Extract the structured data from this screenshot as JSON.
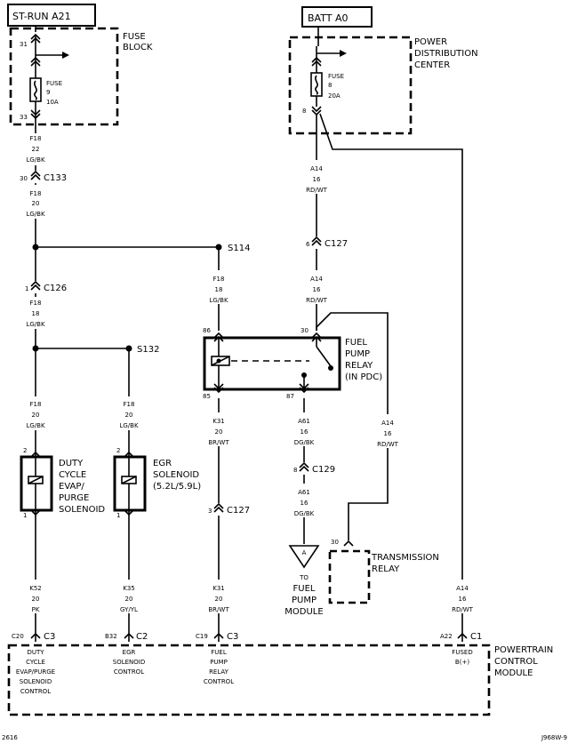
{
  "power_sources": {
    "st_run": "ST-RUN A21",
    "batt": "BATT A0"
  },
  "fuse_block": {
    "title_line1": "FUSE",
    "title_line2": "BLOCK",
    "pin_in": "31",
    "pin_out": "33",
    "fuse_label": "FUSE",
    "fuse_number": "9",
    "fuse_rating": "10A"
  },
  "pdc": {
    "title_line1": "POWER",
    "title_line2": "DISTRIBUTION",
    "title_line3": "CENTER",
    "fuse_label": "FUSE",
    "fuse_number": "8",
    "fuse_rating": "20A",
    "pin": "8"
  },
  "wires": {
    "f18_22": {
      "circuit": "F18",
      "gauge": "22",
      "color": "LG/BK"
    },
    "f18_20_top": {
      "circuit": "F18",
      "gauge": "20",
      "color": "LG/BK"
    },
    "f18_18_left": {
      "circuit": "F18",
      "gauge": "18",
      "color": "LG/BK"
    },
    "f18_18_mid": {
      "circuit": "F18",
      "gauge": "18",
      "color": "LG/BK"
    },
    "f18_20_duty": {
      "circuit": "F18",
      "gauge": "20",
      "color": "LG/BK"
    },
    "f18_20_egr": {
      "circuit": "F18",
      "gauge": "20",
      "color": "LG/BK"
    },
    "a14_top": {
      "circuit": "A14",
      "gauge": "16",
      "color": "RD/WT"
    },
    "a14_mid": {
      "circuit": "A14",
      "gauge": "16",
      "color": "RD/WT"
    },
    "a14_right": {
      "circuit": "A14",
      "gauge": "16",
      "color": "RD/WT"
    },
    "a14_bottom": {
      "circuit": "A14",
      "gauge": "16",
      "color": "RD/WT"
    },
    "k31_top": {
      "circuit": "K31",
      "gauge": "20",
      "color": "BR/WT"
    },
    "k31_bottom": {
      "circuit": "K31",
      "gauge": "20",
      "color": "BR/WT"
    },
    "a61_top": {
      "circuit": "A61",
      "gauge": "16",
      "color": "DG/BK"
    },
    "a61_bottom": {
      "circuit": "A61",
      "gauge": "16",
      "color": "DG/BK"
    },
    "k52": {
      "circuit": "K52",
      "gauge": "20",
      "color": "PK"
    },
    "k35": {
      "circuit": "K35",
      "gauge": "20",
      "color": "GY/YL"
    }
  },
  "connectors": {
    "c133": {
      "name": "C133",
      "pin": "30"
    },
    "c126": {
      "name": "C126",
      "pin": "1"
    },
    "c127_top": {
      "name": "C127",
      "pin": "6"
    },
    "c127_bottom": {
      "name": "C127",
      "pin": "3"
    },
    "c129": {
      "name": "C129",
      "pin": "8"
    }
  },
  "splices": {
    "s114": "S114",
    "s132": "S132"
  },
  "relay": {
    "line1": "FUEL",
    "line2": "PUMP",
    "line3": "RELAY",
    "line4": "(IN PDC)",
    "pin_86": "86",
    "pin_85": "85",
    "pin_87": "87",
    "pin_30": "30"
  },
  "duty_cycle": {
    "line1": "DUTY",
    "line2": "CYCLE",
    "line3": "EVAP/",
    "line4": "PURGE",
    "line5": "SOLENOID",
    "pin_top": "2",
    "pin_bottom": "1"
  },
  "egr": {
    "line1": "EGR",
    "line2": "SOLENOID",
    "line3": "(5.2L/5.9L)",
    "pin_top": "2",
    "pin_bottom": "1"
  },
  "fuel_pump_module": {
    "ref": "A",
    "line1": "TO",
    "line2": "FUEL",
    "line3": "PUMP",
    "line4": "MODULE"
  },
  "transmission_relay": {
    "line1": "TRANSMISSION",
    "line2": "RELAY",
    "pin": "30"
  },
  "pcm": {
    "title_line1": "POWERTRAIN",
    "title_line2": "CONTROL",
    "title_line3": "MODULE",
    "pins": [
      {
        "cavity": "C20",
        "connector": "C3",
        "label_lines": [
          "DUTY",
          "CYCLE",
          "EVAP/PURGE",
          "SOLENOID",
          "CONTROL"
        ]
      },
      {
        "cavity": "B32",
        "connector": "C2",
        "label_lines": [
          "EGR",
          "SOLENOID",
          "CONTROL"
        ]
      },
      {
        "cavity": "C19",
        "connector": "C3",
        "label_lines": [
          "FUEL",
          "PUMP",
          "RELAY",
          "CONTROL"
        ]
      },
      {
        "cavity": "A22",
        "connector": "C1",
        "label_lines": [
          "FUSED",
          "B(+)"
        ]
      }
    ]
  },
  "footer": {
    "left": "2616",
    "right": "J968W-9"
  }
}
